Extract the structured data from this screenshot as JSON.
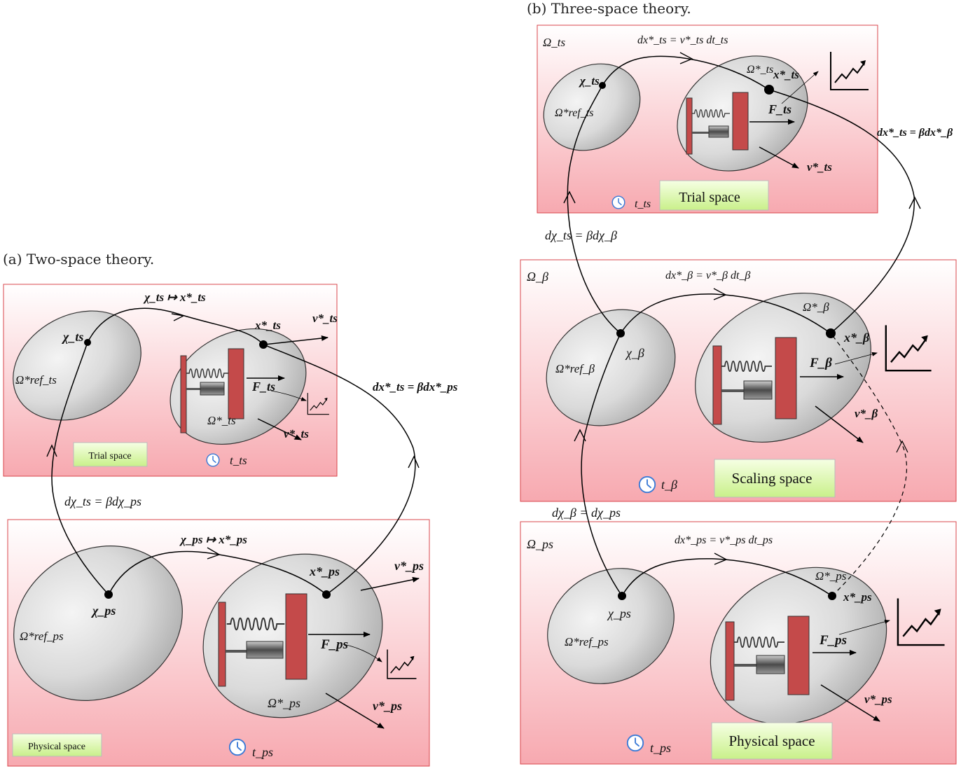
{
  "captions": {
    "a": "(a) Two-space theory.",
    "b": "(b) Three-space theory."
  },
  "two_space": {
    "trial": {
      "label": "Trial space",
      "map": "χ_ts ↦ x*_ts",
      "chi": "χ_ts",
      "x": "x*_ts",
      "v": "v*_ts",
      "F": "F_ts",
      "omega_ref": "Ω*ref_ts",
      "omega": "Ω*_ts",
      "time": "t_ts"
    },
    "physical": {
      "label": "Physical space",
      "map": "χ_ps ↦ x*_ps",
      "chi": "χ_ps",
      "x": "x*_ps",
      "v": "v*_ps",
      "F": "F_ps",
      "omega_ref": "Ω*ref_ps",
      "omega": "Ω*_ps",
      "time": "t_ps"
    },
    "dchi_relation": "dχ_ts = βdχ_ps",
    "dx_relation": "dx*_ts = βdx*_ps"
  },
  "three_space": {
    "trial": {
      "label": "Trial space",
      "omega_region": "Ω_ts",
      "dx": "dx*_ts = v*_ts dt_ts",
      "chi": "χ_ts",
      "x": "x*_ts",
      "v": "v*_ts",
      "F": "F_ts",
      "omega_ref": "Ω*ref_ts",
      "omega": "Ω*_ts",
      "time": "t_ts"
    },
    "scaling": {
      "label": "Scaling space",
      "omega_region": "Ω_β",
      "dx": "dx*_β = v*_β dt_β",
      "chi": "χ_β",
      "x": "x*_β",
      "v": "v*_β",
      "F": "F_β",
      "omega_ref": "Ω*ref_β",
      "omega": "Ω*_β",
      "time": "t_β"
    },
    "physical": {
      "label": "Physical space",
      "omega_region": "Ω_ps",
      "dx": "dx*_ps = v*_ps dt_ps",
      "chi": "χ_ps",
      "x": "x*_ps",
      "v": "v*_ps",
      "F": "F_ps",
      "omega_ref": "Ω*ref_ps",
      "omega": "Ω*_ps",
      "time": "t_ps"
    },
    "dchi_ts_relation": "dχ_ts = βdχ_β",
    "dchi_beta_relation": "dχ_β = dχ_ps",
    "dx_relation": "dx*_ts = βdx*_β"
  },
  "colors": {
    "panel_top": "#ffffff",
    "panel_bottom": "#f7a9b0",
    "panel_border": "#d9454b",
    "ellipse_light": "#eeeeee",
    "ellipse_dark": "#a9a9a9",
    "label_box_light": "#f6ffe4",
    "label_box_dark": "#c9f08a",
    "damper_red": "#c44a4a",
    "clock_blue": "#3b7ad6"
  }
}
